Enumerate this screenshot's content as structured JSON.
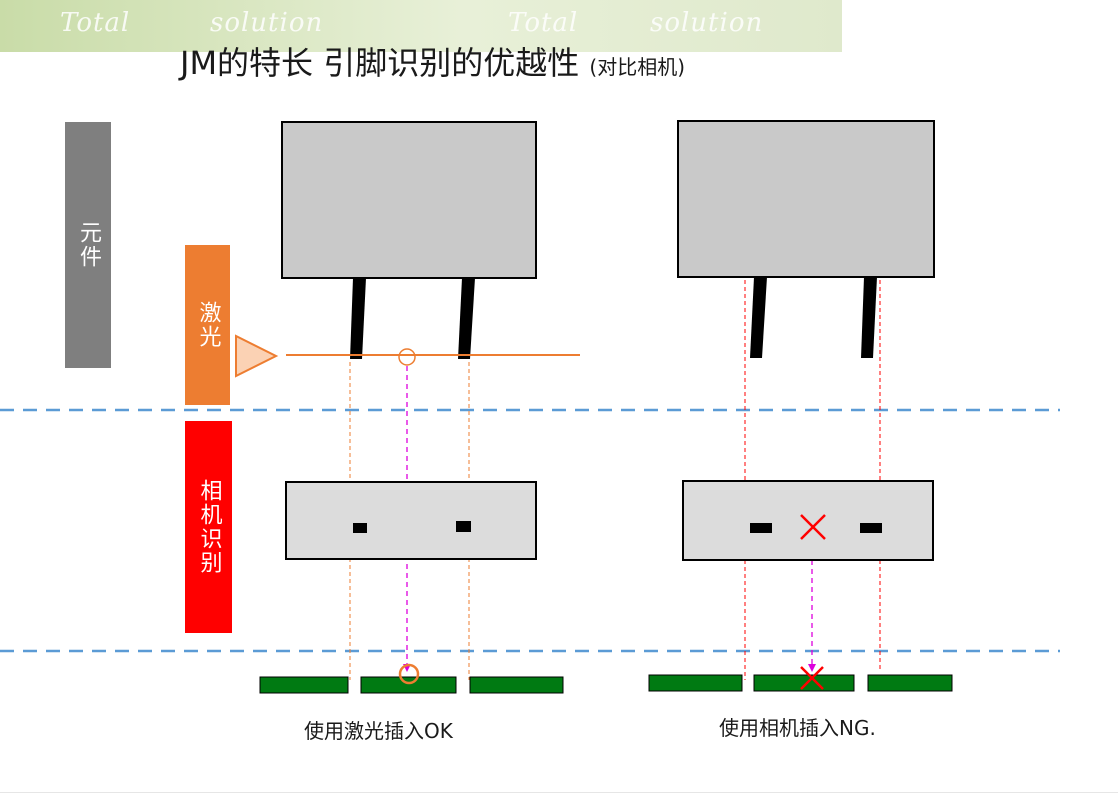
{
  "banner": {
    "words": [
      "Total",
      "solution",
      "Total",
      "solution"
    ]
  },
  "title": {
    "main": "JM的特长  引脚识别的优越性",
    "suffix": "(对比相机)"
  },
  "labels": {
    "component": "元件",
    "laser": "激光",
    "camera": "相机识别"
  },
  "captions": {
    "left": "使用激光插入OK",
    "right": "使用相机插入NG."
  },
  "colors": {
    "component_label_bg": "#7f7f7f",
    "laser_label_bg": "#ed7d31",
    "camera_label_bg": "#ff0000",
    "laser_line": "#ed7d31",
    "dashed_divider": "#5b9bd5",
    "pcb_green": "#007a12",
    "component_body": "#c9c9c9",
    "camera_view": "#dcdcdc",
    "ng_mark": "#ff0000",
    "ok_circle": "#ed7d31",
    "projection_magenta": "#dd00dd"
  }
}
